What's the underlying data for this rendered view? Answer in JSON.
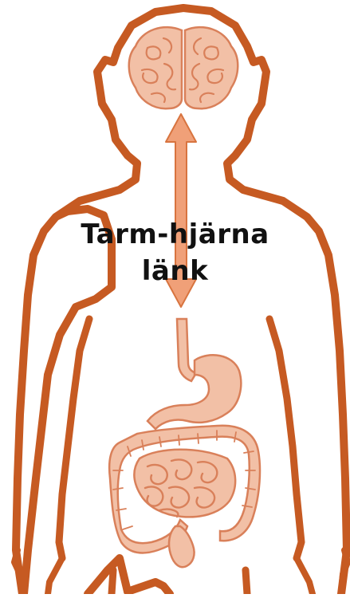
{
  "diagram": {
    "label_line_1": "Tarm-hjärna",
    "label_line_2": "länk",
    "nodes": [
      {
        "id": "brain",
        "name": "brain-icon"
      },
      {
        "id": "gut",
        "name": "gut-icon"
      }
    ],
    "edges": [
      {
        "from": "gut",
        "to": "brain",
        "style": "double-arrow"
      }
    ]
  },
  "colors": {
    "outline": "#c65a22",
    "organ_fill": "#f2c0a6",
    "organ_stroke": "#d9805a",
    "arrow_fill": "#f0a078",
    "arrow_stroke": "#d8743f",
    "text": "#111111",
    "background": "#ffffff"
  }
}
